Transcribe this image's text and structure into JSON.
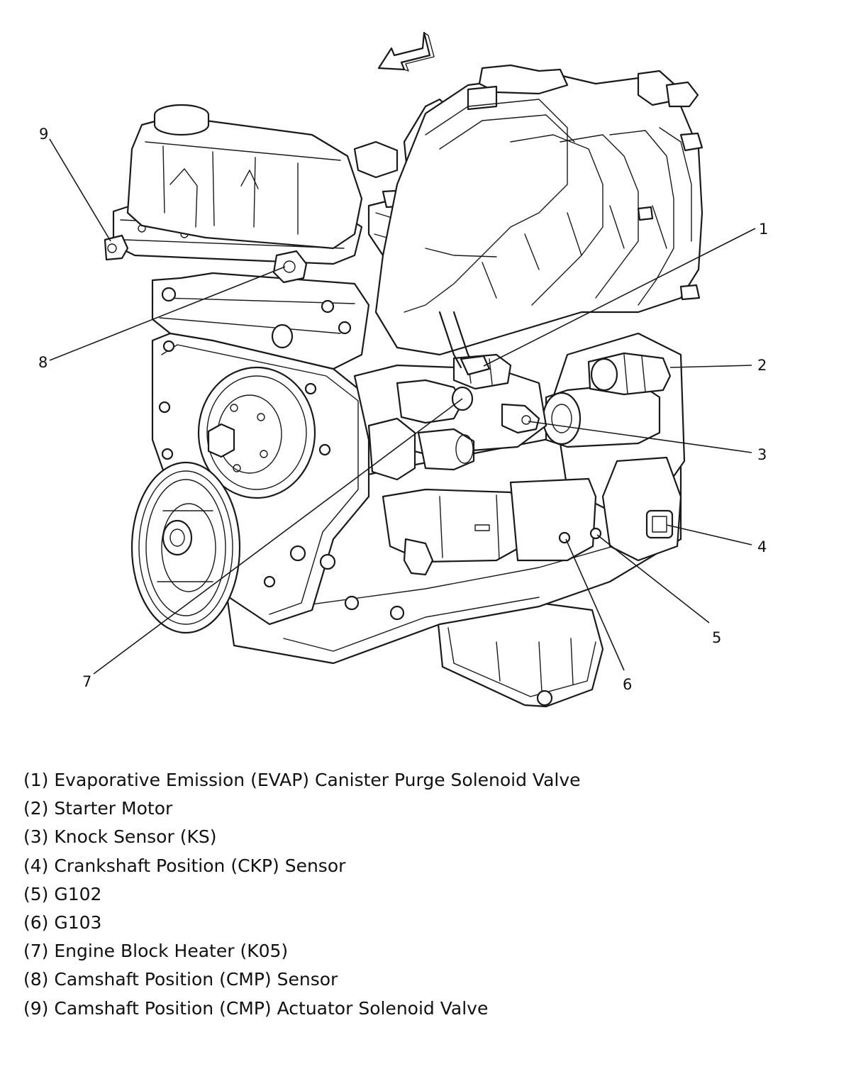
{
  "callouts": [
    {
      "number": "1",
      "label": "Evaporative Emission (EVAP) Canister Purge Solenoid Valve"
    },
    {
      "number": "2",
      "label": "Starter Motor"
    },
    {
      "number": "3",
      "label": "Knock Sensor (KS)"
    },
    {
      "number": "4",
      "label": "Crankshaft Position (CKP) Sensor"
    },
    {
      "number": "5",
      "label": "G102"
    },
    {
      "number": "6",
      "label": "G103"
    },
    {
      "number": "7",
      "label": "Engine Block Heater (K05)"
    },
    {
      "number": "8",
      "label": "Camshaft Position (CMP) Sensor"
    },
    {
      "number": "9",
      "label": "Camshaft Position (CMP) Actuator Solenoid Valve"
    }
  ],
  "legend": [
    "(1) Evaporative Emission (EVAP) Canister Purge Solenoid Valve",
    "(2) Starter Motor",
    "(3) Knock Sensor (KS)",
    "(4) Crankshaft Position (CKP) Sensor",
    "(5) G102",
    "(6) G103",
    "(7) Engine Block Heater (K05)",
    "(8) Camshaft Position (CMP) Sensor",
    "(9) Camshaft Position (CMP) Actuator Solenoid Valve"
  ],
  "icons": {
    "direction_arrow": "front-direction-arrow-icon"
  },
  "colors": {
    "line": "#1a1a1a",
    "background": "#ffffff"
  }
}
